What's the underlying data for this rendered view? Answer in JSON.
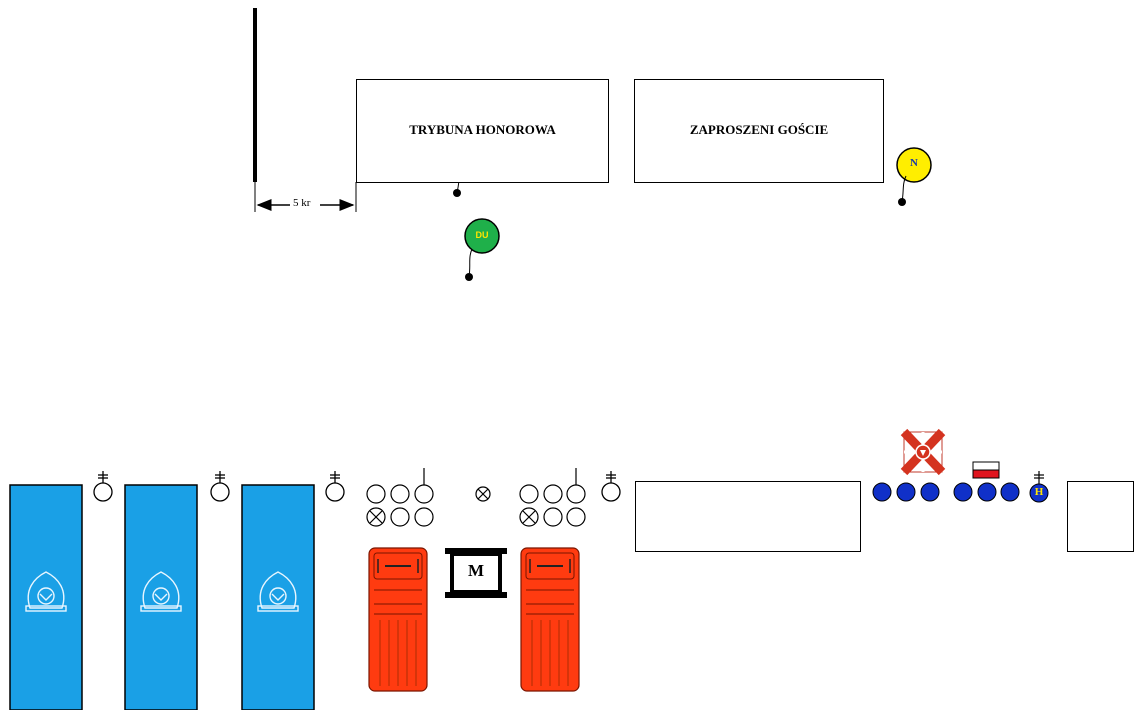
{
  "tribune": {
    "label": "TRYBUNA HONOROWA"
  },
  "guests": {
    "label": "ZAPROSZENI GOŚCIE"
  },
  "distance": {
    "label": "5 kr"
  },
  "commander_marker": {
    "label": "DU",
    "fill": "#1fb04a",
    "text_color": "#ffe400"
  },
  "host_marker": {
    "label": "N",
    "fill": "#ffee00",
    "text_color": "#1a3aa8"
  },
  "vehicle_lane_marker": {
    "label": "M"
  },
  "orchestra_leader_marker": {
    "label": "H",
    "fill": "#1030c8",
    "text_color": "#ffe400"
  },
  "colors": {
    "banner_blue": "#1aa0e6",
    "truck_red": "#ff3b10",
    "rank_blue": "#1030c8"
  },
  "icons": {
    "banner": "fire-brigade-emblem-icon",
    "truck": "fire-truck-icon",
    "cap": "officer-cap-icon",
    "flag_cross": "cross-standard-flag-icon",
    "national_flag": "polish-flag-icon",
    "lyre": "lyre-icon",
    "commander": "commander-circle-icon",
    "crossed_circle": "crossed-circle-icon"
  }
}
